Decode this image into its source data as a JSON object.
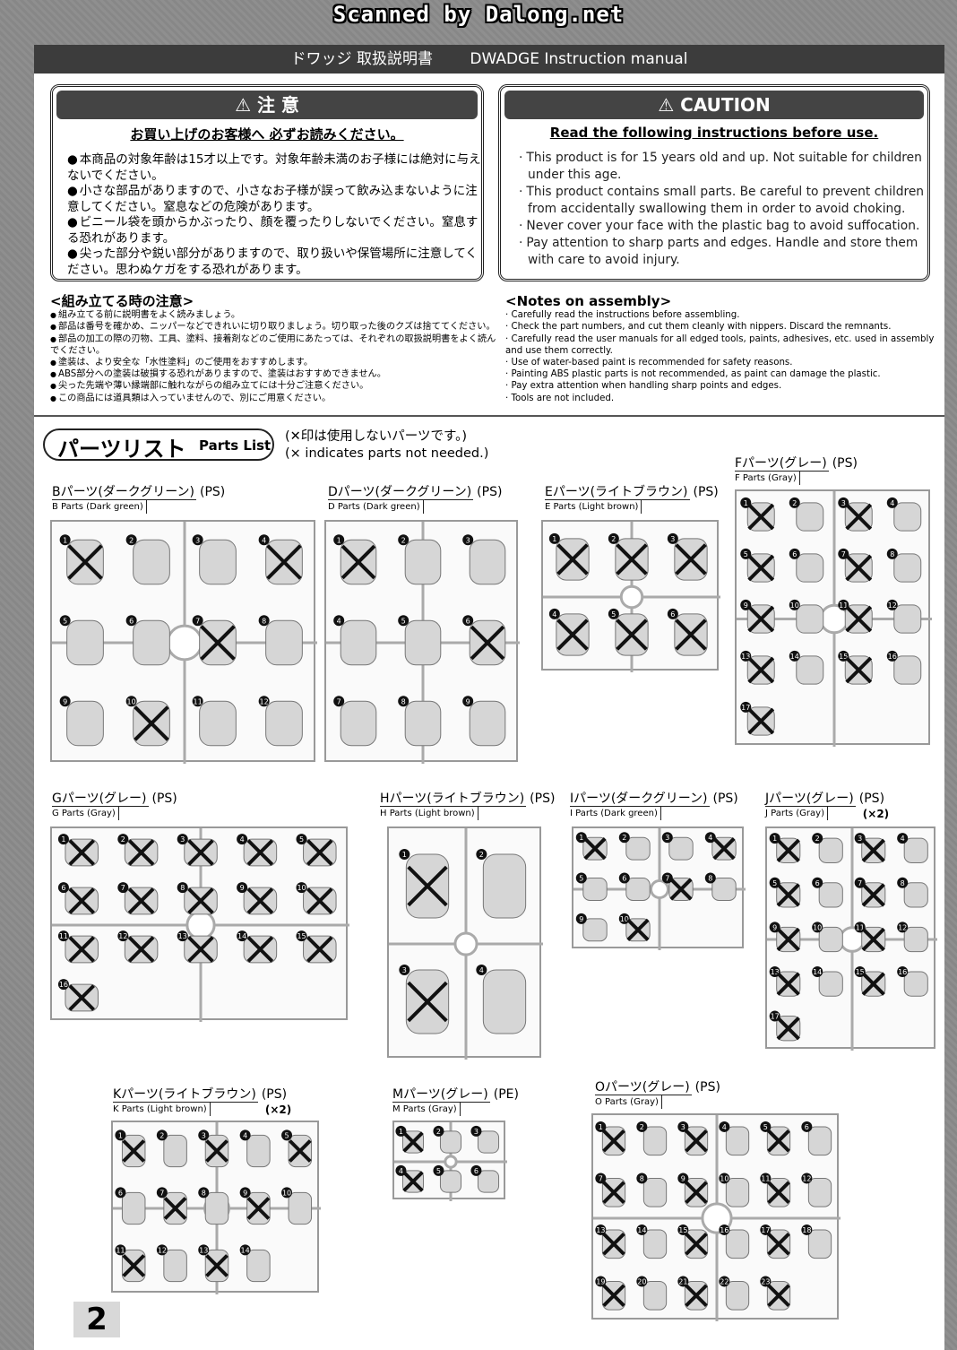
{
  "watermark": "Scanned by Dalong.net",
  "header": {
    "jp": "ドワッジ 取扱説明書",
    "en": "DWADGE Instruction manual"
  },
  "caution_jp": {
    "title": "⚠ 注 意",
    "subtitle": "お買い上げのお客様へ 必ずお読みください。",
    "items": [
      "本商品の対象年齢は15才以上です。対象年齢未満のお子様には絶対に与えないでください。",
      "小さな部品がありますので、小さなお子様が誤って飲み込まないように注意してください。窒息などの危険があります。",
      "ビニール袋を頭からかぶったり、顔を覆ったりしないでください。窒息する恐れがあります。",
      "尖った部分や鋭い部分がありますので、取り扱いや保管場所に注意してください。思わぬケガをする恐れがあります。"
    ]
  },
  "caution_en": {
    "title": "⚠ CAUTION",
    "subtitle": "Read the following instructions before use.",
    "items": [
      "This product is for 15 years old and up. Not suitable for children under this age.",
      "This product contains small parts. Be careful to prevent children from accidentally swallowing them in order to avoid choking.",
      "Never cover your face with the plastic bag to avoid suffocation.",
      "Pay attention to sharp parts and edges. Handle and store them with care to avoid injury."
    ]
  },
  "notes_jp": {
    "title": "<組み立てる時の注意>",
    "items": [
      "組み立てる前に説明書をよく読みましょう。",
      "部品は番号を確かめ、ニッパーなどできれいに切り取りましょう。切り取った後のクズは捨ててください。",
      "部品の加工の際の刃物、工具、塗料、接着剤などのご使用にあたっては、それぞれの取扱説明書をよく読んでください。",
      "塗装は、より安全な「水性塗料」のご使用をおすすめします。",
      "ABS部分への塗装は破損する恐れがありますので、塗装はおすすめできません。",
      "尖った先端や薄い縁端部に触れながらの組み立てには十分ご注意ください。",
      "この商品には道具類は入っていませんので、別にご用意ください。"
    ]
  },
  "notes_en": {
    "title": "<Notes on assembly>",
    "items": [
      "Carefully read the instructions before assembling.",
      "Check the part numbers, and cut them cleanly with nippers. Discard the remnants.",
      "Carefully read the user manuals for all edged tools, paints, adhesives, etc. used in assembly and use them correctly.",
      "Use of water-based paint is recommended for safety reasons.",
      "Painting ABS plastic parts is not recommended, as paint can damage the plastic.",
      "Pay extra attention when handling sharp points and edges.",
      "Tools are not included."
    ]
  },
  "parts_list": {
    "title_jp": "パーツリスト",
    "title_en": "Parts List",
    "note_jp": "(✕印は使用しないパーツです。)",
    "note_en": "(× indicates parts not needed.)"
  },
  "runners": [
    {
      "jp": "Bパーツ(ダークグリーン)",
      "en": "B Parts (Dark green)",
      "type": "(PS)",
      "mult": ""
    },
    {
      "jp": "Dパーツ(ダークグリーン)",
      "en": "D Parts (Dark green)",
      "type": "(PS)",
      "mult": ""
    },
    {
      "jp": "Eパーツ(ライトブラウン)",
      "en": "E Parts (Light brown)",
      "type": "(PS)",
      "mult": ""
    },
    {
      "jp": "Fパーツ(グレー)",
      "en": "F Parts (Gray)",
      "type": "(PS)",
      "mult": ""
    },
    {
      "jp": "Gパーツ(グレー)",
      "en": "G Parts (Gray)",
      "type": "(PS)",
      "mult": ""
    },
    {
      "jp": "Hパーツ(ライトブラウン)",
      "en": "H Parts (Light brown)",
      "type": "(PS)",
      "mult": ""
    },
    {
      "jp": "Iパーツ(ダークグリーン)",
      "en": "I Parts (Dark green)",
      "type": "(PS)",
      "mult": ""
    },
    {
      "jp": "Jパーツ(グレー)",
      "en": "J Parts (Gray)",
      "type": "(PS)",
      "mult": "(×2)"
    },
    {
      "jp": "Kパーツ(ライトブラウン)",
      "en": "K Parts (Light brown)",
      "type": "(PS)",
      "mult": "(×2)"
    },
    {
      "jp": "Mパーツ(グレー)",
      "en": "M Parts (Gray)",
      "type": "(PE)",
      "mult": ""
    },
    {
      "jp": "Oパーツ(グレー)",
      "en": "O Parts (Gray)",
      "type": "(PS)",
      "mult": ""
    }
  ],
  "page_number": "2"
}
